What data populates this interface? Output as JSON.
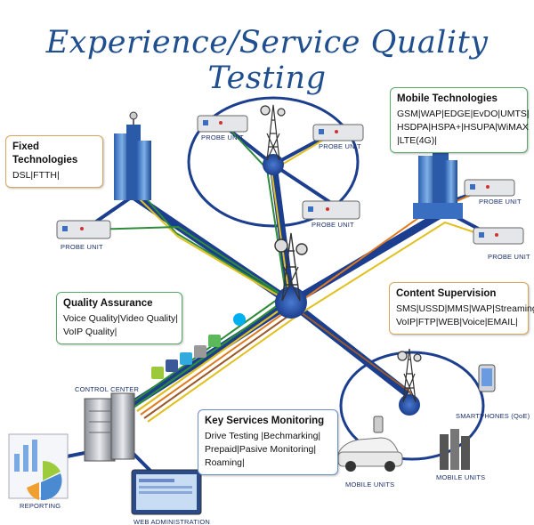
{
  "title": "Experience/Service Quality Testing",
  "boxes": {
    "fixed": {
      "title": "Fixed Technologies",
      "lines": [
        "DSL|FTTH|"
      ]
    },
    "mobile": {
      "title": "Mobile Technologies",
      "lines": [
        "GSM|WAP|EDGE|EvDO|UMTS|",
        "HSDPA|HSPA+|HSUPA|WiMAX",
        "|LTE(4G)|"
      ]
    },
    "quality": {
      "title": "Quality Assurance",
      "lines": [
        "Voice Quality|Video Quality|",
        "VoIP Quality|"
      ]
    },
    "content": {
      "title": "Content Supervision",
      "lines": [
        "SMS|USSD|MMS|WAP|Streaming|",
        "VoIP|FTP|WEB|Voice|EMAIL|"
      ]
    },
    "services": {
      "title": "Key Services Monitoring",
      "lines": [
        "Drive Testing |Bechmarking|",
        "Prepaid|Pasive Monitoring|",
        "Roaming|"
      ]
    }
  },
  "captions": {
    "probe_left": "PROBE UNIT",
    "probe_top_left": "PROBE UNIT",
    "probe_top_right": "PROBE UNIT",
    "probe_mid": "PROBE UNIT",
    "probe_right_top": "PROBE UNIT",
    "probe_right_bottom": "PROBE UNIT",
    "control_center": "CONTROL CENTER",
    "reporting": "REPORTING",
    "web_admin": "WEB ADMINISTRATION",
    "mobile_units_car": "MOBILE UNITS",
    "mobile_units_phones": "MOBILE UNITS",
    "smartphones": "SMARTPHONES (QoE)"
  },
  "colors": {
    "title": "#1f4f8f",
    "backbone": "#1c3e8e",
    "line_green": "#2e8b3a",
    "line_yellow": "#e0c020",
    "line_orange": "#e07a20",
    "line_brown": "#9a5a2a",
    "box_fixed": "#d9a75a",
    "box_mobile": "#5aa86a",
    "box_quality": "#5aa86a",
    "box_content": "#d9a75a",
    "box_services": "#6e8ec8"
  },
  "icons": [
    "facebook-icon",
    "twitter-icon",
    "android-icon",
    "apple-icon",
    "skype-icon",
    "messenger-icon"
  ]
}
